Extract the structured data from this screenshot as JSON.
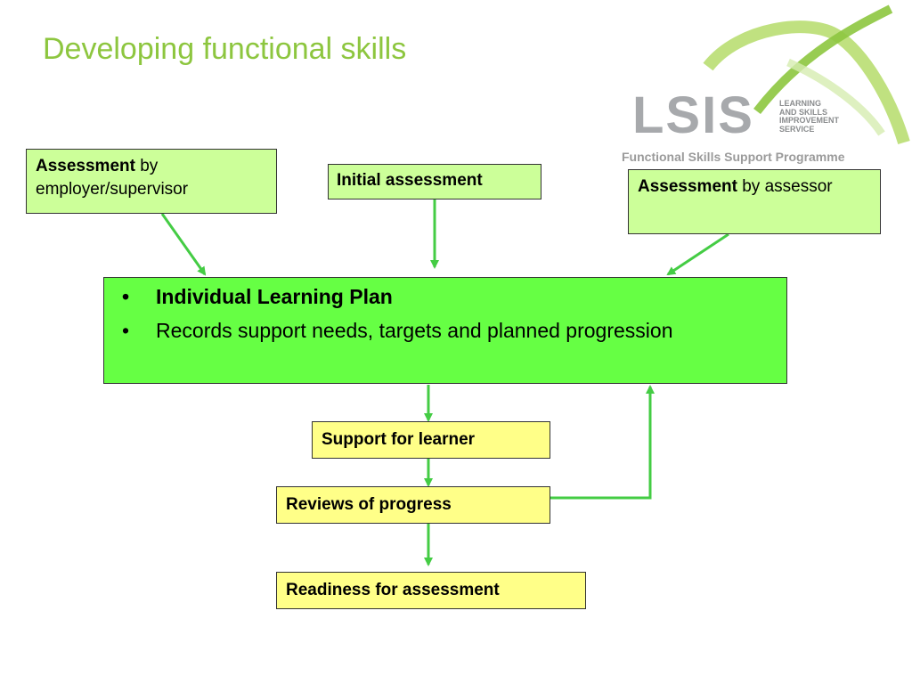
{
  "slide": {
    "title": "Developing functional skills"
  },
  "logo": {
    "wordmark": "LSIS",
    "tagline_lines": [
      "LEARNING",
      "AND SKILLS",
      "IMPROVEMENT",
      "SERVICE"
    ],
    "programme": "Functional Skills Support Programme"
  },
  "boxes": {
    "employer": {
      "bold": "Assessment",
      "rest": " by employer/supervisor"
    },
    "initial": {
      "label": "Initial assessment"
    },
    "assessor": {
      "bold": "Assessment",
      "rest": " by assessor"
    },
    "plan": {
      "items": [
        {
          "bullet": "•",
          "text": "Individual Learning Plan"
        },
        {
          "bullet": "•",
          "text": "Records support needs, targets and planned progression"
        }
      ]
    },
    "support": {
      "label": "Support for learner"
    },
    "reviews": {
      "label": "Reviews of progress"
    },
    "readiness": {
      "label": "Readiness for assessment"
    }
  },
  "colors": {
    "title": "#8dc63f",
    "arrow": "#44cc44",
    "plan_fill": "#66ff44",
    "assessment_fill": "#ccff99",
    "step_fill": "#ffff88"
  }
}
